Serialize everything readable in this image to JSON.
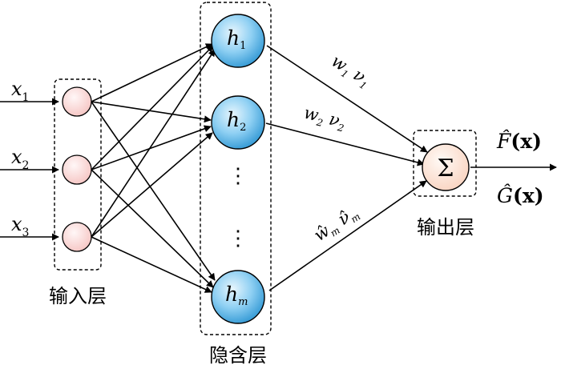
{
  "inputs": [
    {
      "var": "x",
      "sub": "1"
    },
    {
      "var": "x",
      "sub": "2"
    },
    {
      "var": "x",
      "sub": "3"
    }
  ],
  "hidden": [
    {
      "var": "h",
      "sub": "1"
    },
    {
      "var": "h",
      "sub": "2"
    },
    {
      "var": "h",
      "sub": "m"
    }
  ],
  "hidden_ellipsis": [
    "⋮",
    "⋮"
  ],
  "output_symbol": "Σ",
  "weights": [
    {
      "w": "w",
      "w_sub": "1",
      "v": "ν",
      "v_sub": "1"
    },
    {
      "w": "w",
      "w_sub": "2",
      "v": "ν",
      "v_sub": "2"
    },
    {
      "w": "ŵ",
      "w_sub": "m",
      "v": "ν̂",
      "v_sub": "m"
    }
  ],
  "outputs": [
    {
      "fn": "F̂",
      "arg": "(x)"
    },
    {
      "fn": "Ĝ",
      "arg": "(x)"
    }
  ],
  "layer_labels": {
    "input": "输入层",
    "hidden": "隐含层",
    "output": "输出层"
  },
  "colors": {
    "input_node_fill": "#fbdedd",
    "hidden_node_fill": "#5fb8ea",
    "output_node_fill": "#fde9de"
  }
}
